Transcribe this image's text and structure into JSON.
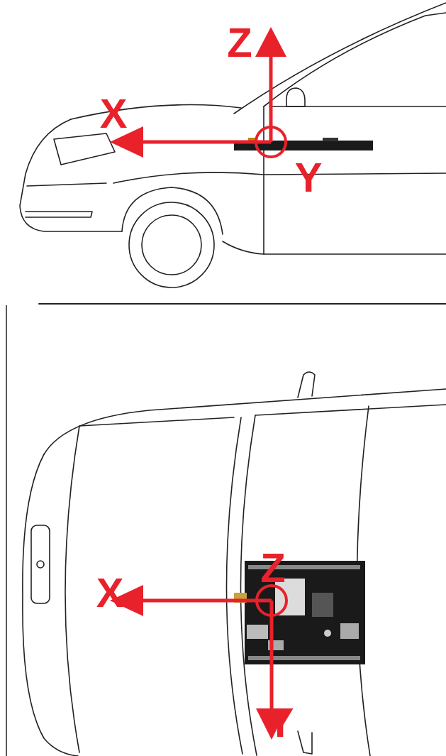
{
  "diagram": {
    "labels": [
      "Z",
      "X",
      "Y",
      "Z",
      "X",
      "Y"
    ]
  }
}
